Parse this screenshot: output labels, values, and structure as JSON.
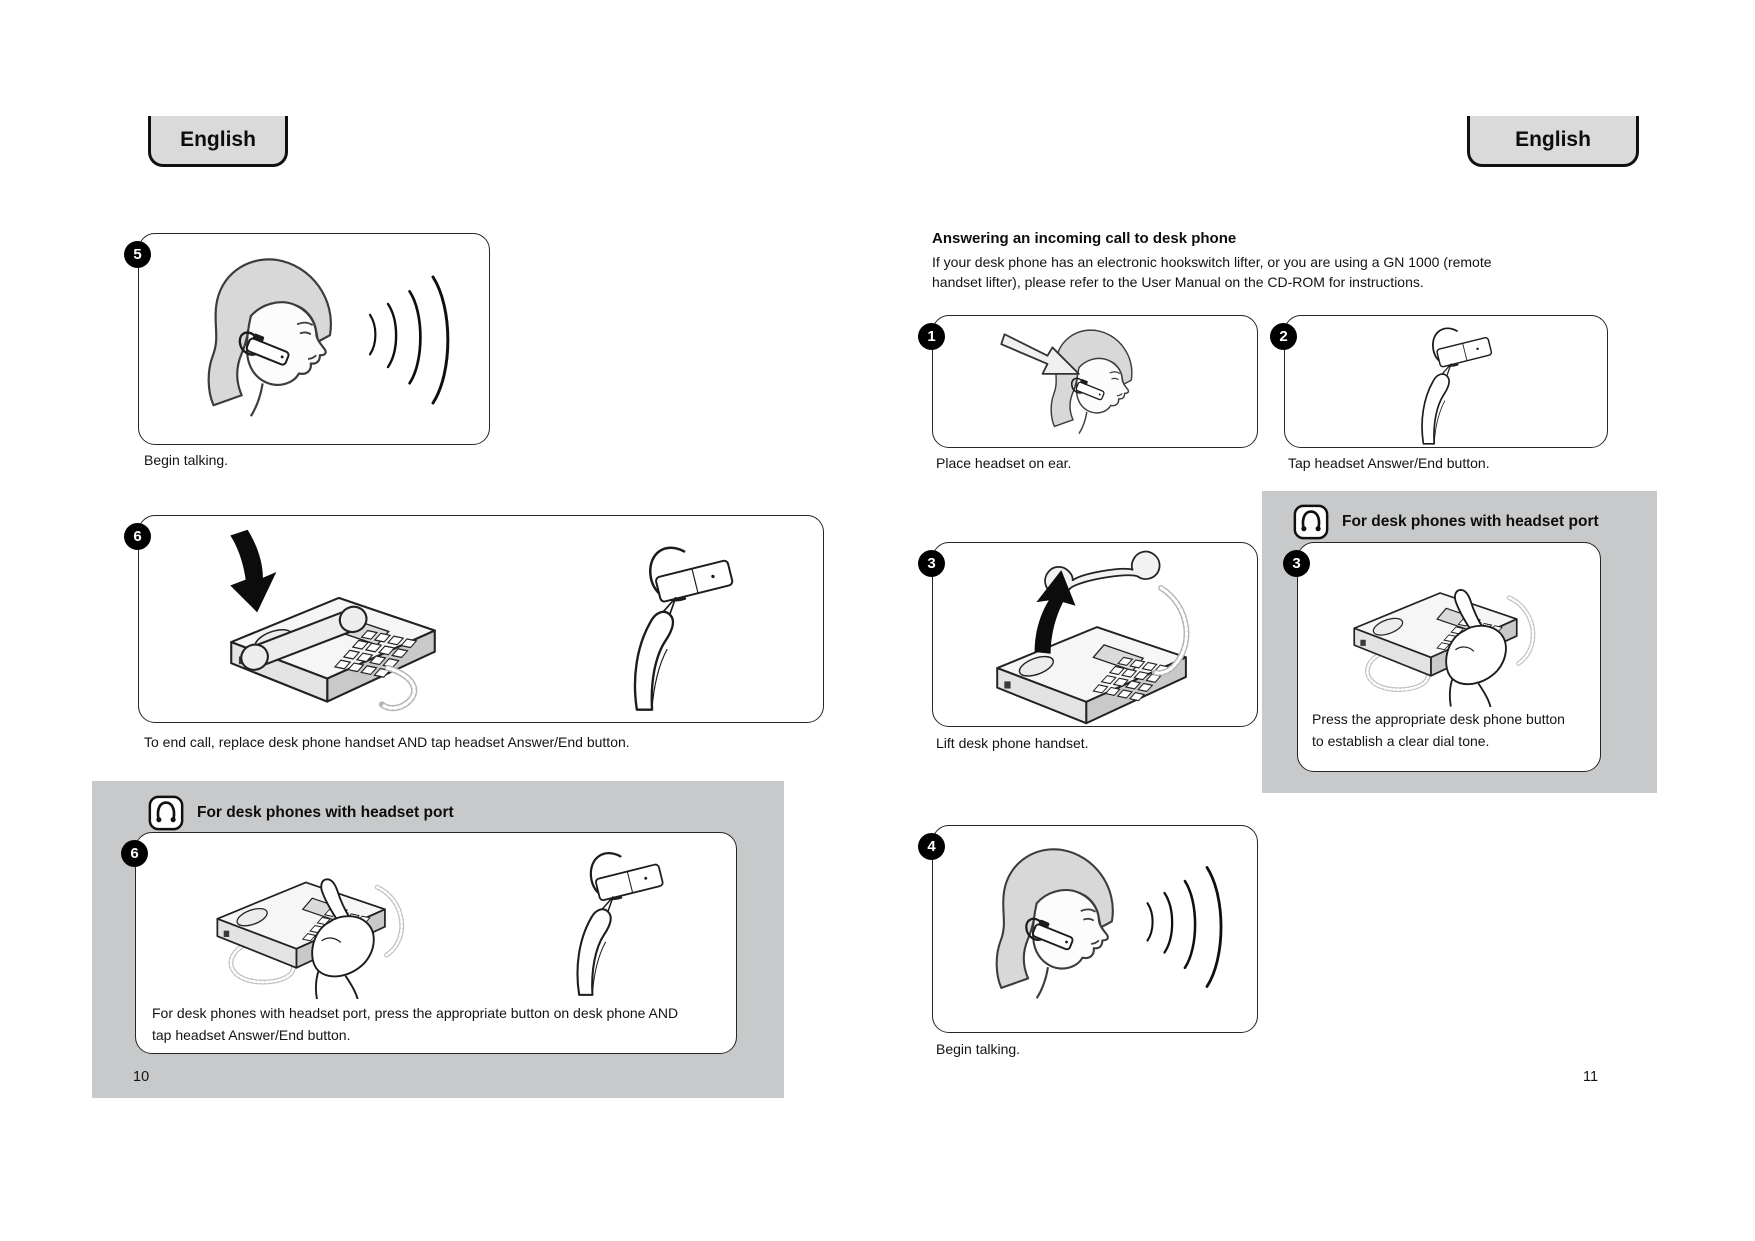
{
  "page_left": {
    "language_tab": "English",
    "page_number": "10",
    "steps": [
      {
        "number": "5",
        "caption": "Begin talking."
      },
      {
        "number": "6",
        "caption": "To end call, replace desk phone handset AND tap headset Answer/End button."
      }
    ],
    "headset_port": {
      "icon": "headset-in-rounded-square-icon",
      "heading": "For desk phones with headset port",
      "step_number": "6",
      "caption_line1": "For desk phones with headset port, press the appropriate button on desk phone AND",
      "caption_line2": "tap headset Answer/End button."
    }
  },
  "page_right": {
    "language_tab": "English",
    "page_number": "11",
    "section": {
      "heading": "Answering an incoming call to desk phone",
      "body_line1": "If your desk phone has an electronic hookswitch lifter, or you are using a GN 1000 (remote",
      "body_line2": "handset lifter), please refer to the User Manual on the CD-ROM for instructions."
    },
    "steps": [
      {
        "number": "1",
        "caption": "Place headset on ear."
      },
      {
        "number": "2",
        "caption": "Tap headset Answer/End button."
      },
      {
        "number": "3",
        "caption": "Lift desk phone handset."
      },
      {
        "number": "4",
        "caption": "Begin talking."
      }
    ],
    "headset_port": {
      "icon": "headset-in-rounded-square-icon",
      "heading": "For desk phones with headset port",
      "step_number": "3",
      "caption_line1": "Press the appropriate desk phone button",
      "caption_line2": "to establish a clear dial tone."
    }
  },
  "colors": {
    "panel_gray": "#c7c9ca",
    "tab_gray": "#dadada",
    "badge_black": "#000000",
    "line_art": "#1c1c1c"
  }
}
